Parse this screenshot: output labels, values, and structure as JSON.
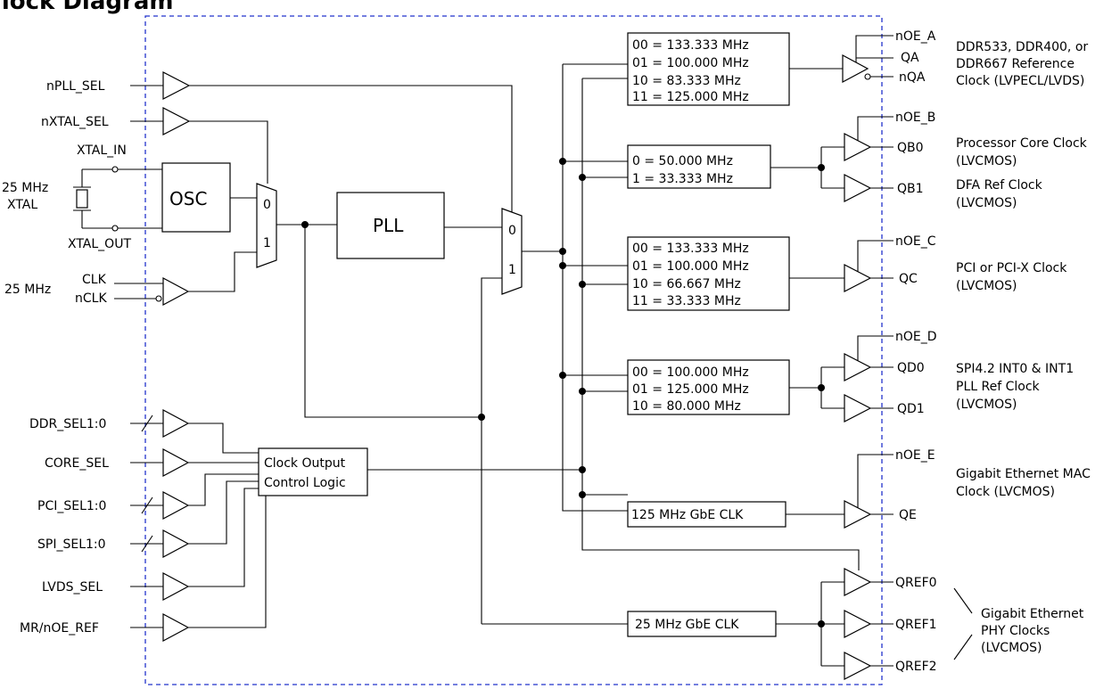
{
  "title": "Block Diagram",
  "colors": {
    "boundary": "#2233cc",
    "line": "#000000"
  },
  "blocks": {
    "osc": "OSC",
    "pll": "PLL",
    "mux_in_0": "0",
    "mux_in_1": "1",
    "mux_out_0": "0",
    "mux_out_1": "1",
    "control_logic": [
      "Clock Output",
      "Control Logic"
    ]
  },
  "inputs": {
    "npll_sel": "nPLL_SEL",
    "nxtal_sel": "nXTAL_SEL",
    "xtal_in": "XTAL_IN",
    "xtal_out": "XTAL_OUT",
    "xtal_freq": "25 MHz",
    "xtal_label": "XTAL",
    "clk_freq": "25 MHz",
    "clk": "CLK",
    "nclk": "nCLK",
    "ddr_sel": "DDR_SEL1:0",
    "core_sel": "CORE_SEL",
    "pci_sel": "PCI_SEL1:0",
    "spi_sel": "SPI_SEL1:0",
    "lvds_sel": "LVDS_SEL",
    "mr_noe_ref": "MR/nOE_REF"
  },
  "dividers": {
    "ddr": [
      "00 = 133.333 MHz",
      "01 = 100.000 MHz",
      "10 = 83.333 MHz",
      "11 = 125.000 MHz"
    ],
    "core": [
      "0 = 50.000 MHz",
      "1 = 33.333 MHz"
    ],
    "pci": [
      "00 = 133.333 MHz",
      "01 = 100.000 MHz",
      "10 = 66.667 MHz",
      "11 = 33.333 MHz"
    ],
    "spi": [
      "00 = 100.000 MHz",
      "01 = 125.000 MHz",
      "10 = 80.000 MHz"
    ],
    "gbe_mac": "125 MHz GbE CLK",
    "gbe_phy": "25 MHz GbE CLK"
  },
  "outputs": {
    "noe_a": "nOE_A",
    "qa": "QA",
    "nqa": "nQA",
    "noe_b": "nOE_B",
    "qb0": "QB0",
    "qb1": "QB1",
    "noe_c": "nOE_C",
    "qc": "QC",
    "noe_d": "nOE_D",
    "qd0": "QD0",
    "qd1": "QD1",
    "noe_e": "nOE_E",
    "qe": "QE",
    "qref0": "QREF0",
    "qref1": "QREF1",
    "qref2": "QREF2"
  },
  "descriptions": {
    "a": [
      "DDR533, DDR400, or",
      "DDR667 Reference",
      "Clock (LVPECL/LVDS)"
    ],
    "b0": [
      "Processor Core Clock",
      "(LVCMOS)"
    ],
    "b1": [
      "DFA Ref Clock",
      "(LVCMOS)"
    ],
    "c": [
      "PCI or PCI-X Clock",
      "(LVCMOS)"
    ],
    "d": [
      "SPI4.2 INT0 & INT1",
      "PLL Ref Clock",
      "(LVCMOS)"
    ],
    "e": [
      "Gigabit Ethernet MAC",
      "Clock (LVCMOS)"
    ],
    "ref": [
      "Gigabit Ethernet",
      "PHY Clocks",
      "(LVCMOS)"
    ]
  }
}
